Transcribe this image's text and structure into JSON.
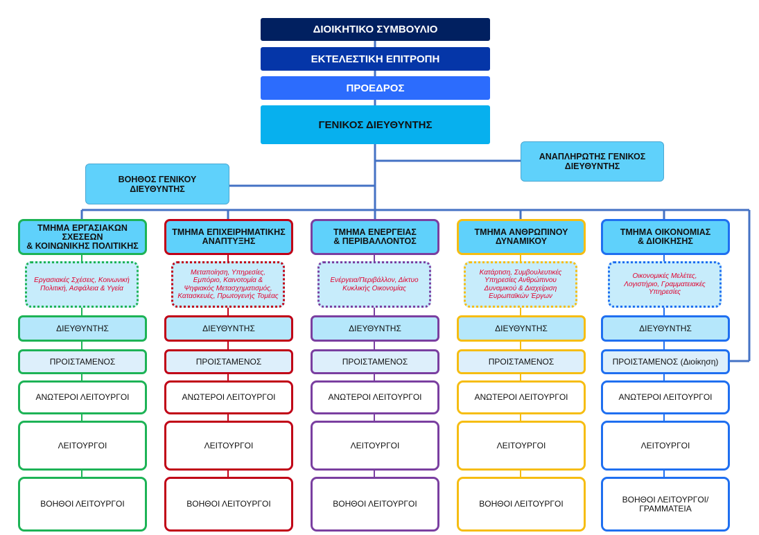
{
  "top": {
    "board": "ΔΙΟΙΚΗΤΙΚΟ ΣΥΜΒΟΥΛΙΟ",
    "executive": "ΕΚΤΕΛΕΣΤΙΚΗ ΕΠΙΤΡΟΠΗ",
    "president": "ΠΡΟΕΔΡΟΣ",
    "general_director": "ΓΕΝΙΚΟΣ ΔΙΕΥΘΥΝΤΗΣ",
    "deputy_general_director": "ΑΝΑΠΛΗΡΩΤΗΣ ΓΕΝΙΚΟΣ ΔΙΕΥΘΥΝΤΗΣ",
    "assistant_general_director": "ΒΟΗΘΟΣ ΓΕΝΙΚΟΥ ΔΙΕΥΘΥΝΤΗΣ"
  },
  "colors": {
    "board": "#012060",
    "executive": "#0536a8",
    "president": "#2c6cfd",
    "general_director": "#07b0ee",
    "line": "#4472c4"
  },
  "departments": [
    {
      "title": "ΤΜΗΜΑ ΕΡΓΑΣΙΑΚΩΝ ΣΧΕΣΕΩΝ\n& ΚΟΙΝΩΝΙΚΗΣ ΠΟΛΙΤΙΚΗΣ",
      "description": "Εργασιακές Σχέσεις, Κοινωνική Πολιτική, Ασφάλεια & Υγεία",
      "director": "ΔΙΕΥΘΥΝΤΗΣ",
      "head": "ΠΡΟΙΣΤΑΜΕΝΟΣ",
      "senior_officers": "ΑΝΩΤΕΡΟΙ ΛΕΙΤΟΥΡΓΟΙ",
      "officers": "ΛΕΙΤΟΥΡΓΟΙ",
      "assistant_officers": "ΒΟΗΘΟΙ ΛΕΙΤΟΥΡΓΟΙ",
      "color": "#1db356"
    },
    {
      "title": "ΤΜΗΜΑ ΕΠΙΧΕΙΡΗΜΑΤΙΚΗΣ\nΑΝΑΠΤΥΞΗΣ",
      "description": "Μεταποίηση, Υπηρεσίες, Εμπόριο, Καινοτομία & Ψηφιακός Μετασχηματισμός, Κατασκευές, Πρωτογενής Τομέας",
      "director": "ΔΙΕΥΘΥΝΤΗΣ",
      "head": "ΠΡΟΙΣΤΑΜΕΝΟΣ",
      "senior_officers": "ΑΝΩΤΕΡΟΙ ΛΕΙΤΟΥΡΓΟΙ",
      "officers": "ΛΕΙΤΟΥΡΓΟΙ",
      "assistant_officers": "ΒΟΗΘΟΙ ΛΕΙΤΟΥΡΓΟΙ",
      "color": "#c00016"
    },
    {
      "title": "ΤΜΗΜΑ ΕΝΕΡΓΕΙΑΣ\n& ΠΕΡΙΒΑΛΛΟΝΤΟΣ",
      "description": "Ενέργεια/Περιβάλλον, Δίκτυο Κυκλικής Οικονομίας",
      "director": "ΔΙΕΥΘΥΝΤΗΣ",
      "head": "ΠΡΟΙΣΤΑΜΕΝΟΣ",
      "senior_officers": "ΑΝΩΤΕΡΟΙ ΛΕΙΤΟΥΡΓΟΙ",
      "officers": "ΛΕΙΤΟΥΡΓΟΙ",
      "assistant_officers": "ΒΟΗΘΟΙ ΛΕΙΤΟΥΡΓΟΙ",
      "color": "#7a3fa0"
    },
    {
      "title": "ΤΜΗΜΑ ΑΝΘΡΩΠΙΝΟΥ\nΔΥΝΑΜΙΚΟΥ",
      "description": "Κατάρτιση, Συμβουλευτικές Υπηρεσίες Ανθρώπινου Δυναμικού & Διαχείριση Ευρωπαϊκών Έργων",
      "director": "ΔΙΕΥΘΥΝΤΗΣ",
      "head": "ΠΡΟΙΣΤΑΜΕΝΟΣ",
      "senior_officers": "ΑΝΩΤΕΡΟΙ ΛΕΙΤΟΥΡΓΟΙ",
      "officers": "ΛΕΙΤΟΥΡΓΟΙ",
      "assistant_officers": "ΒΟΗΘΟΙ ΛΕΙΤΟΥΡΓΟΙ",
      "color": "#f6bd12"
    },
    {
      "title": "ΤΜΗΜΑ ΟΙΚΟΝΟΜΙΑΣ\n& ΔΙΟΙΚΗΣΗΣ",
      "description": "Οικονομικές Μελέτες, Λογιστήριο, Γραμματειακές Υπηρεσίες",
      "director": "ΔΙΕΥΘΥΝΤΗΣ",
      "head": "ΠΡΟΙΣΤΑΜΕΝΟΣ (Διοίκηση)",
      "senior_officers": "ΑΝΩΤΕΡΟΙ ΛΕΙΤΟΥΡΓΟΙ",
      "officers": "ΛΕΙΤΟΥΡΓΟΙ",
      "assistant_officers": "ΒΟΗΘΟΙ  ΛΕΙΤΟΥΡΓΟΙ/\nΓΡΑΜΜΑΤΕΙΑ",
      "color": "#1f6ff0"
    }
  ]
}
